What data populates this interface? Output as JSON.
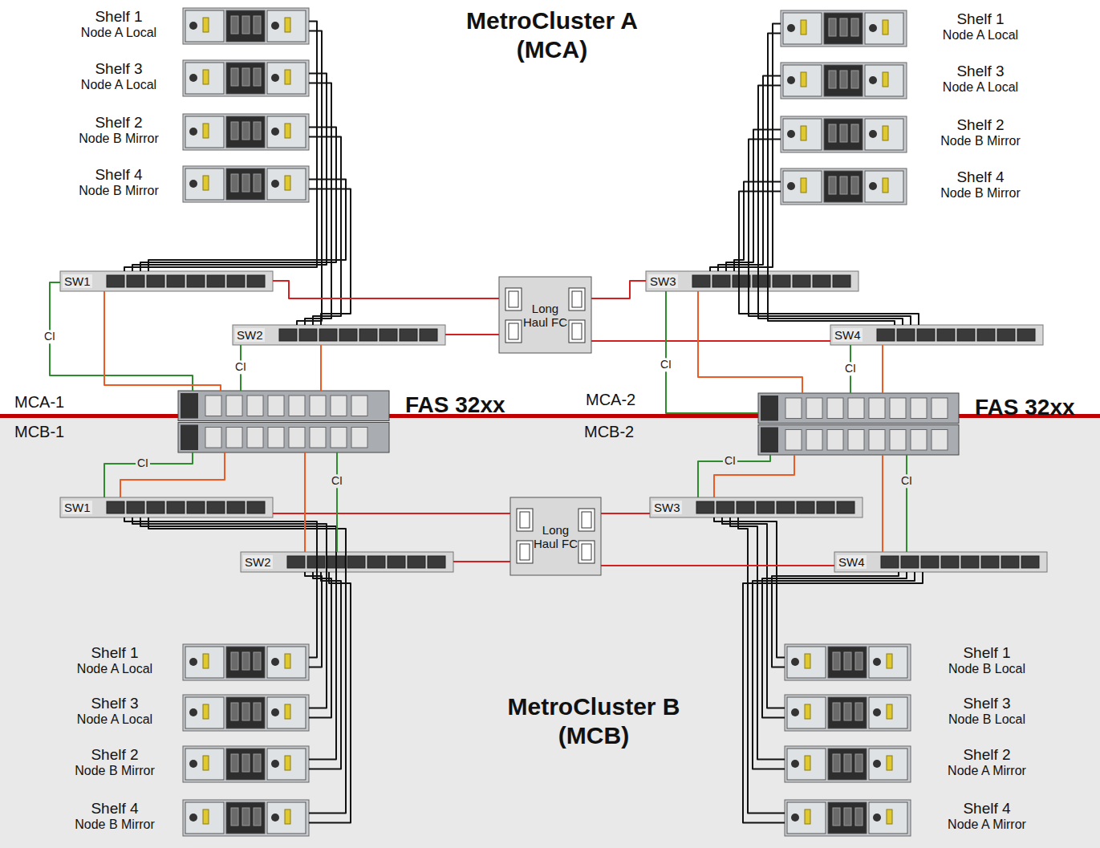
{
  "diagram": {
    "nodes": [
      {
        "text": [
          "Shelf 1",
          "Node A Local"
        ]
      },
      {
        "text": [
          "Shelf 3",
          "Node A Local"
        ]
      },
      {
        "text": [
          "Shelf 2",
          "Node B Mirror"
        ]
      },
      {
        "text": [
          "Shelf 4",
          "Node B Mirror"
        ]
      },
      {
        "text": [
          "Shelf 1",
          "Node A Local"
        ]
      },
      {
        "text": [
          "Shelf 3",
          "Node A Local"
        ]
      },
      {
        "text": [
          "Shelf 2",
          "Node B Mirror"
        ]
      },
      {
        "text": [
          "Shelf 4",
          "Node B Mirror"
        ]
      },
      {
        "text": [
          "SW1"
        ]
      },
      {
        "text": [
          "SW3"
        ]
      },
      {
        "text": [
          "Long Haul FC"
        ]
      },
      {
        "text": [
          "SW2"
        ]
      },
      {
        "text": [
          "SW4"
        ]
      },
      {
        "text": [
          "FAS 32xx"
        ]
      },
      {
        "text": [
          "FAS 32xx"
        ]
      },
      {
        "text": [
          "SW1"
        ]
      },
      {
        "text": [
          "SW3"
        ]
      },
      {
        "text": [
          "Long Haul FC"
        ]
      },
      {
        "text": [
          "SW2"
        ]
      },
      {
        "text": [
          "SW4"
        ]
      },
      {
        "text": [
          "Shelf 1",
          "Node A Local"
        ]
      },
      {
        "text": [
          "Shelf 3",
          "Node A Local"
        ]
      },
      {
        "text": [
          "Shelf 2",
          "Node B Mirror"
        ]
      },
      {
        "text": [
          "Shelf 4",
          "Node B Mirror"
        ]
      },
      {
        "text": [
          "Shelf 1",
          "Node B Local"
        ]
      },
      {
        "text": [
          "Shelf 3",
          "Node B Local"
        ]
      },
      {
        "text": [
          "Shelf 2",
          "Node A Mirror"
        ]
      },
      {
        "text": [
          "Shelf 4",
          "Node A Mirror"
        ]
      }
    ],
    "edges": [
      {
        "from": 0,
        "to": 8,
        "arrow": "none"
      },
      {
        "from": 0,
        "to": 11,
        "arrow": "none"
      },
      {
        "from": 1,
        "to": 8,
        "arrow": "none"
      },
      {
        "from": 1,
        "to": 11,
        "arrow": "none"
      },
      {
        "from": 2,
        "to": 8,
        "arrow": "none"
      },
      {
        "from": 2,
        "to": 11,
        "arrow": "none"
      },
      {
        "from": 3,
        "to": 8,
        "arrow": "none"
      },
      {
        "from": 3,
        "to": 11,
        "arrow": "none"
      },
      {
        "from": 4,
        "to": 9,
        "arrow": "none"
      },
      {
        "from": 4,
        "to": 12,
        "arrow": "none"
      },
      {
        "from": 5,
        "to": 9,
        "arrow": "none"
      },
      {
        "from": 5,
        "to": 12,
        "arrow": "none"
      },
      {
        "from": 6,
        "to": 9,
        "arrow": "none"
      },
      {
        "from": 6,
        "to": 12,
        "arrow": "none"
      },
      {
        "from": 7,
        "to": 9,
        "arrow": "none"
      },
      {
        "from": 7,
        "to": 12,
        "arrow": "none"
      },
      {
        "from": 20,
        "to": 15,
        "arrow": "none"
      },
      {
        "from": 20,
        "to": 18,
        "arrow": "none"
      },
      {
        "from": 21,
        "to": 15,
        "arrow": "none"
      },
      {
        "from": 21,
        "to": 18,
        "arrow": "none"
      },
      {
        "from": 22,
        "to": 15,
        "arrow": "none"
      },
      {
        "from": 22,
        "to": 18,
        "arrow": "none"
      },
      {
        "from": 23,
        "to": 15,
        "arrow": "none"
      },
      {
        "from": 23,
        "to": 18,
        "arrow": "none"
      },
      {
        "from": 24,
        "to": 16,
        "arrow": "none"
      },
      {
        "from": 24,
        "to": 19,
        "arrow": "none"
      },
      {
        "from": 25,
        "to": 16,
        "arrow": "none"
      },
      {
        "from": 25,
        "to": 19,
        "arrow": "none"
      },
      {
        "from": 26,
        "to": 16,
        "arrow": "none"
      },
      {
        "from": 26,
        "to": 19,
        "arrow": "none"
      },
      {
        "from": 27,
        "to": 16,
        "arrow": "none"
      },
      {
        "from": 27,
        "to": 19,
        "arrow": "none"
      },
      {
        "from": 8,
        "to": 10,
        "arrow": "none"
      },
      {
        "from": 11,
        "to": 10,
        "arrow": "none"
      },
      {
        "from": 9,
        "to": 10,
        "arrow": "none"
      },
      {
        "from": 12,
        "to": 10,
        "arrow": "none"
      },
      {
        "from": 15,
        "to": 17,
        "arrow": "none"
      },
      {
        "from": 18,
        "to": 17,
        "arrow": "none"
      },
      {
        "from": 16,
        "to": 17,
        "arrow": "none"
      },
      {
        "from": 19,
        "to": 17,
        "arrow": "none"
      },
      {
        "from": 8,
        "to": 13,
        "label": "CI",
        "arrow": "none"
      },
      {
        "from": 8,
        "to": 13,
        "arrow": "none"
      },
      {
        "from": 11,
        "to": 13,
        "label": "CI",
        "arrow": "none"
      },
      {
        "from": 11,
        "to": 13,
        "arrow": "none"
      },
      {
        "from": 9,
        "to": 14,
        "label": "CI",
        "arrow": "none"
      },
      {
        "from": 9,
        "to": 14,
        "arrow": "none"
      },
      {
        "from": 12,
        "to": 14,
        "label": "CI",
        "arrow": "none"
      },
      {
        "from": 12,
        "to": 14,
        "arrow": "none"
      },
      {
        "from": 15,
        "to": 13,
        "label": "CI",
        "arrow": "none"
      },
      {
        "from": 15,
        "to": 13,
        "arrow": "none"
      },
      {
        "from": 18,
        "to": 13,
        "label": "CI",
        "arrow": "none"
      },
      {
        "from": 18,
        "to": 13,
        "arrow": "none"
      },
      {
        "from": 16,
        "to": 14,
        "label": "CI",
        "arrow": "none"
      },
      {
        "from": 16,
        "to": 14,
        "arrow": "none"
      },
      {
        "from": 19,
        "to": 14,
        "label": "CI",
        "arrow": "none"
      },
      {
        "from": 19,
        "to": 14,
        "arrow": "none"
      }
    ],
    "labels": [
      "MetroCluster A (MCA)",
      "MetroCluster B (MCB)",
      "MCA-1",
      "MCB-1",
      "MCA-2",
      "MCB-2"
    ]
  }
}
